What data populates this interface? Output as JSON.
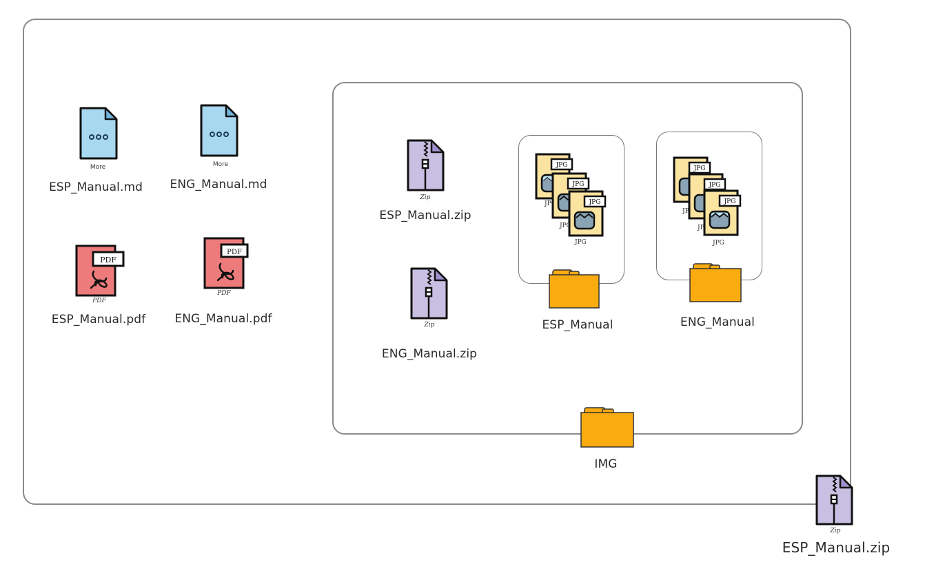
{
  "diagram": {
    "title": "",
    "colors": {
      "md_fill": "#a8d8f0",
      "md_fold": "#6fb3de",
      "pdf_fill": "#ee7b7b",
      "zip_fill": "#c9bfe3",
      "zip_fold": "#9e90cc",
      "jpg_fill": "#fbe3a0",
      "jpg_image": "#8aa4b5",
      "jpg_sky": "#bfe3f2",
      "folder_fill": "#f9ab10",
      "outline": "#111111",
      "container_border": "#8a8a8a"
    },
    "root_archive": {
      "name": "ESP_Manual.zip",
      "icon": "zip-file-icon",
      "icon_caption": "Zip"
    },
    "root_files": [
      {
        "name": "ESP_Manual.md",
        "icon": "markdown-file-icon",
        "icon_caption": "More"
      },
      {
        "name": "ENG_Manual.md",
        "icon": "markdown-file-icon",
        "icon_caption": "More"
      },
      {
        "name": "ESP_Manual.pdf",
        "icon": "pdf-file-icon",
        "icon_caption": "PDF",
        "badge": "PDF"
      },
      {
        "name": "ENG_Manual.pdf",
        "icon": "pdf-file-icon",
        "icon_caption": "PDF",
        "badge": "PDF"
      }
    ],
    "img_folder": {
      "name": "IMG",
      "icon": "folder-icon",
      "files": [
        {
          "name": "ESP_Manual.zip",
          "icon": "zip-file-icon",
          "icon_caption": "Zip"
        },
        {
          "name": "ENG_Manual.zip",
          "icon": "zip-file-icon",
          "icon_caption": "Zip"
        }
      ],
      "subfolders": [
        {
          "name": "ESP_Manual",
          "icon": "folder-icon",
          "contents": {
            "type": "JPG",
            "count_shown": 3,
            "badge": "JPG",
            "caption": "JPG"
          }
        },
        {
          "name": "ENG_Manual",
          "icon": "folder-icon",
          "contents": {
            "type": "JPG",
            "count_shown": 3,
            "badge": "JPG",
            "caption": "JPG"
          }
        }
      ]
    }
  }
}
